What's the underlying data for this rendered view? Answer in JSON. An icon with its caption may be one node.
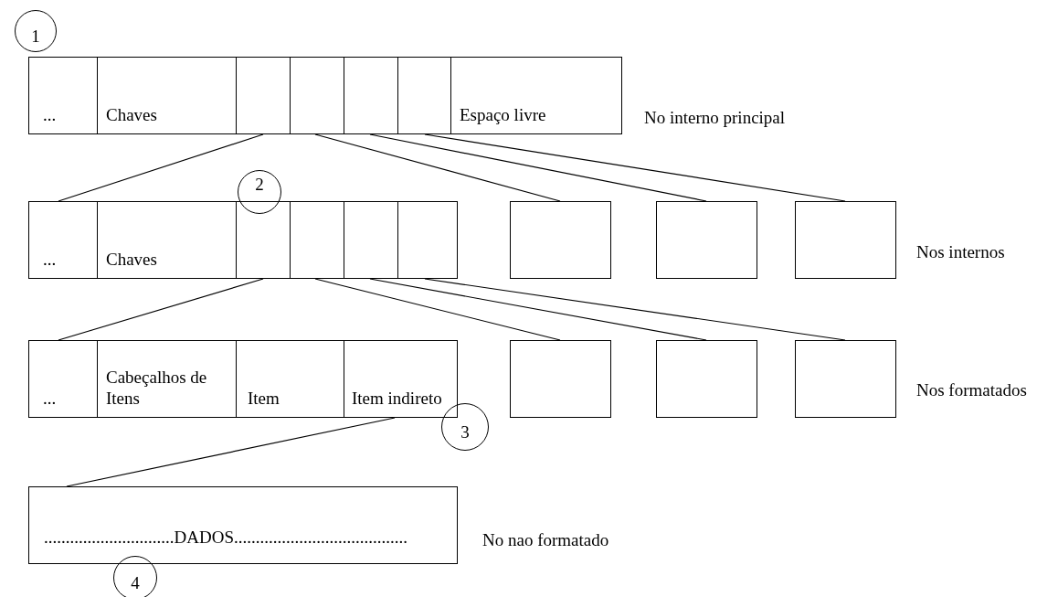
{
  "diagram": {
    "nodes": [
      {
        "text": [
          "1"
        ]
      },
      {
        "text": [
          "..."
        ]
      },
      {
        "text": [
          "Chaves"
        ]
      },
      {
        "text": [],
        "shape": "box"
      },
      {
        "text": [],
        "shape": "box"
      },
      {
        "text": [],
        "shape": "box"
      },
      {
        "text": [],
        "shape": "box"
      },
      {
        "text": [
          "Espaço livre"
        ]
      },
      {
        "text": [
          "2"
        ]
      },
      {
        "text": [
          "..."
        ]
      },
      {
        "text": [
          "Chaves"
        ]
      },
      {
        "text": [],
        "shape": "box"
      },
      {
        "text": [],
        "shape": "box"
      },
      {
        "text": [],
        "shape": "box"
      },
      {
        "text": [],
        "shape": "box"
      },
      {
        "text": [],
        "shape": "box"
      },
      {
        "text": [],
        "shape": "box"
      },
      {
        "text": [],
        "shape": "box"
      },
      {
        "text": [
          "..."
        ]
      },
      {
        "text": [
          "Cabeçalhos de Itens"
        ]
      },
      {
        "text": [
          "Item"
        ]
      },
      {
        "text": [
          "Item indireto"
        ]
      },
      {
        "text": [],
        "shape": "box"
      },
      {
        "text": [],
        "shape": "box"
      },
      {
        "text": [],
        "shape": "box"
      },
      {
        "text": [
          "3"
        ]
      },
      {
        "text": [
          "..............................DADOS........................................"
        ]
      },
      {
        "text": [
          "4"
        ]
      }
    ],
    "edges": [
      {
        "from": 3,
        "to": 9,
        "arrow": "none"
      },
      {
        "from": 4,
        "to": 15,
        "arrow": "none"
      },
      {
        "from": 5,
        "to": 16,
        "arrow": "none"
      },
      {
        "from": 6,
        "to": 17,
        "arrow": "none"
      },
      {
        "from": 11,
        "to": 18,
        "arrow": "none"
      },
      {
        "from": 12,
        "to": 22,
        "arrow": "none"
      },
      {
        "from": 13,
        "to": 23,
        "arrow": "none"
      },
      {
        "from": 14,
        "to": 24,
        "arrow": "none"
      },
      {
        "from": 21,
        "to": 26,
        "arrow": "none"
      }
    ],
    "labels": [
      "No interno principal",
      "Nos internos",
      "Nos formatados",
      "No nao formatado"
    ]
  }
}
